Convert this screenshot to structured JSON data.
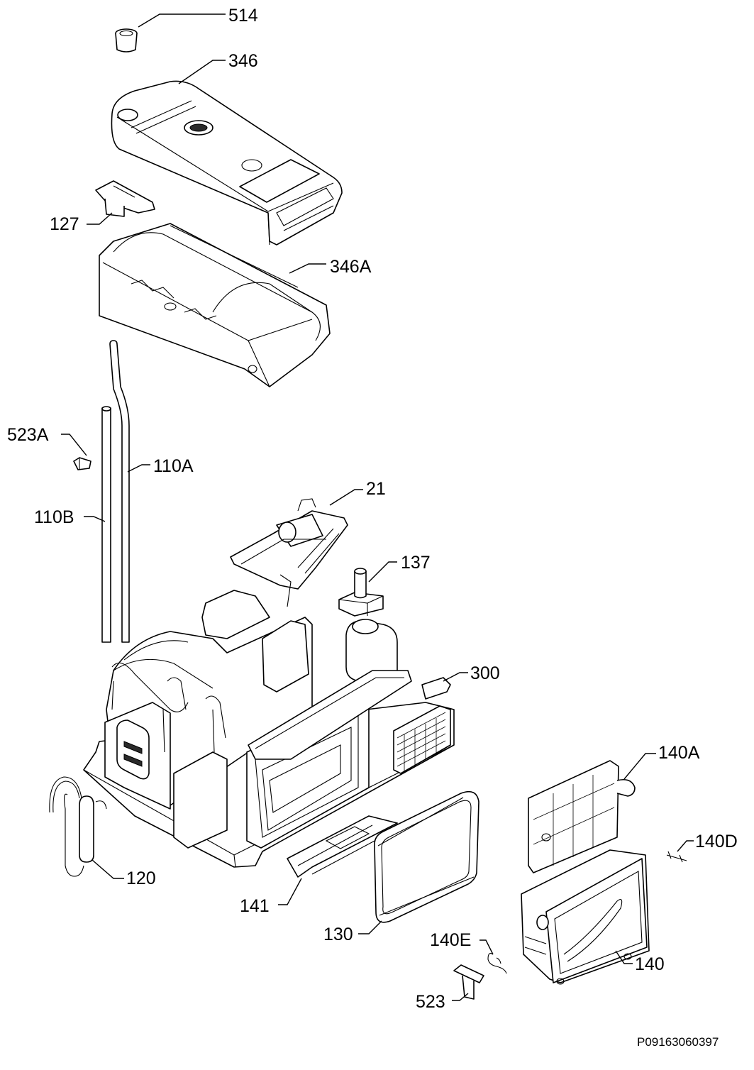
{
  "diagram": {
    "labels": {
      "p514": "514",
      "p346": "346",
      "p127": "127",
      "p346A": "346A",
      "p523A": "523A",
      "p110A": "110A",
      "p110B": "110B",
      "p21": "21",
      "p137": "137",
      "p300": "300",
      "p140A": "140A",
      "p140D": "140D",
      "p120": "120",
      "p141": "141",
      "p130": "130",
      "p140E": "140E",
      "p140": "140",
      "p523": "523"
    },
    "drawing_code": "P09163060397"
  }
}
